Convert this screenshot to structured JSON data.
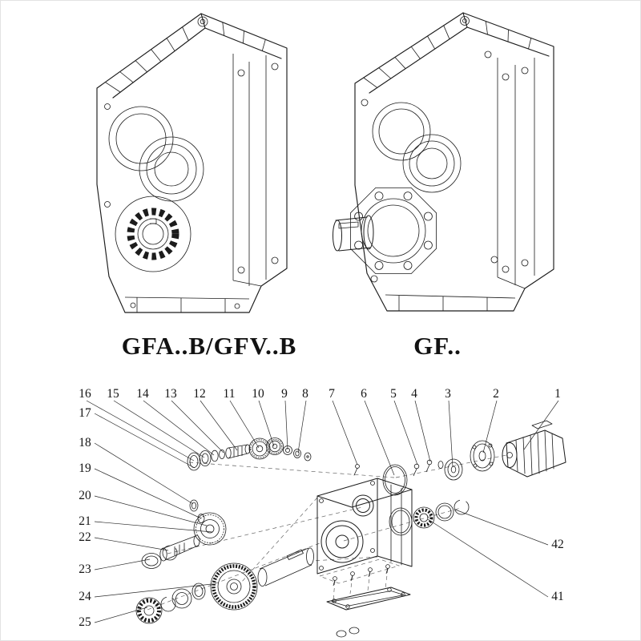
{
  "colors": {
    "ink": "#1c1c1c",
    "background": "#ffffff"
  },
  "figures": {
    "left": {
      "caption": "GFA..B/GFV..B"
    },
    "right": {
      "caption": "GF.."
    }
  },
  "exploded": {
    "callouts": {
      "top": [
        "16",
        "15",
        "14",
        "13",
        "12",
        "11",
        "10",
        "9",
        "8",
        "7",
        "6",
        "5",
        "4",
        "3",
        "2",
        "1"
      ],
      "left": [
        "17",
        "18",
        "19",
        "20",
        "21",
        "22",
        "23",
        "24",
        "25"
      ],
      "right": [
        "42",
        "41"
      ]
    }
  }
}
